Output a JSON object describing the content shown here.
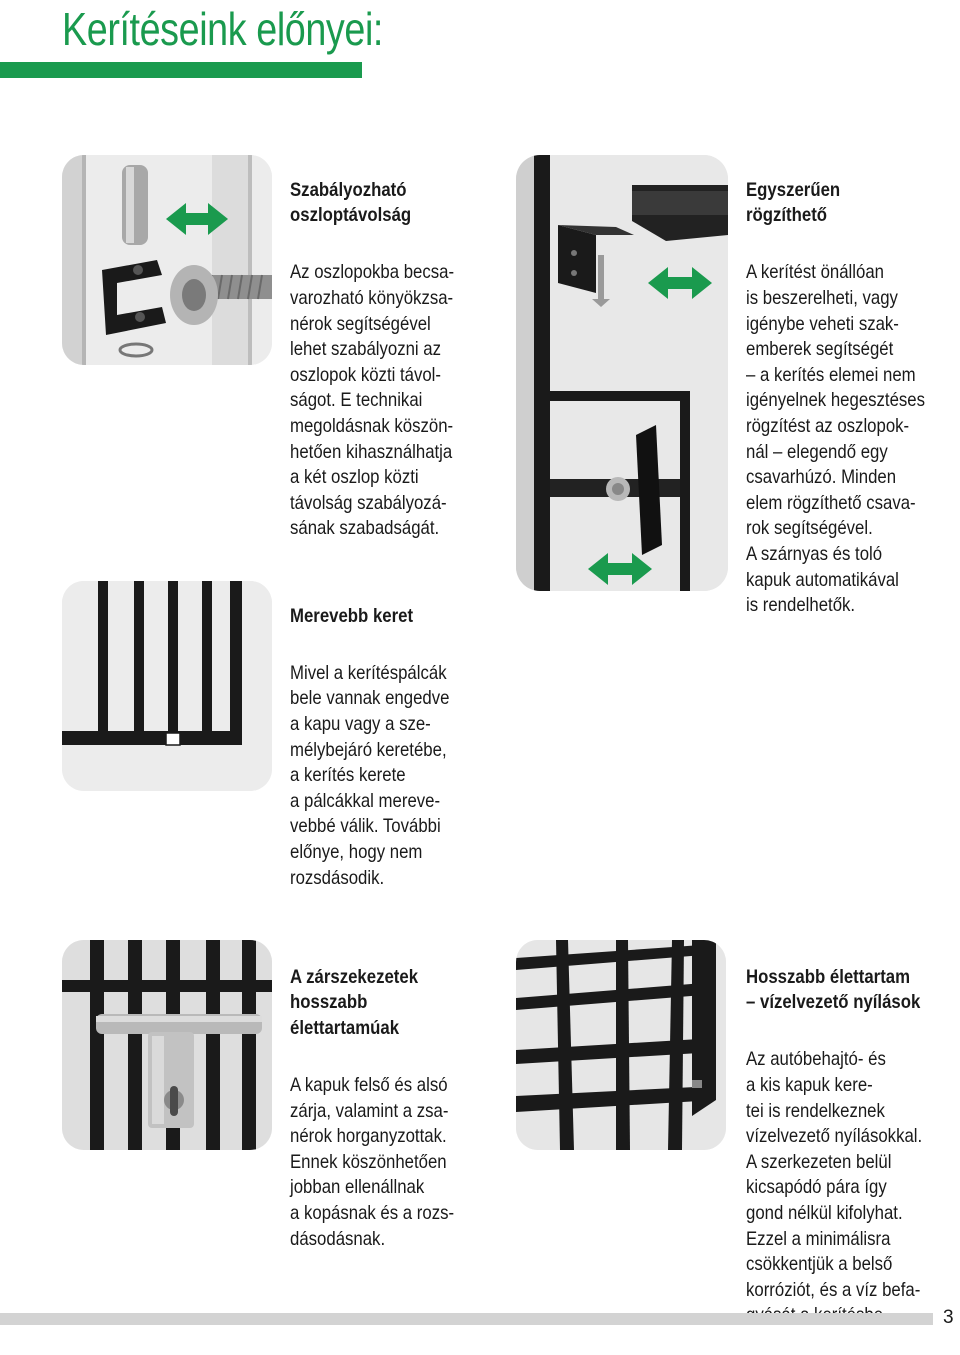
{
  "page": {
    "title": "Kerítéseink előnyei:",
    "number": "3"
  },
  "colors": {
    "accent": "#1a9a4e",
    "footer": "#d3d3d3"
  },
  "features": [
    {
      "heading": "Szabályozható\noszloptávolság",
      "body": "Az oszlopokba becsa-\nvarozható könyökzsa-\nnérok segítségével\nlehet szabályozni az\noszlopok közti távol-\nságot. E technikai\nmegoldásnak köszön-\nhetően kihasználhatja\na két oszlop közti\ntávolság szabályozá-\nsának szabadságát.",
      "image_icon": "hinge-parts-photo"
    },
    {
      "heading": "Merevebb keret",
      "body": "Mivel a kerítéspálcák\nbele vannak engedve\na kapu vagy a sze-\nmélybejáró keretébe,\na kerítés kerete\na pálcákkal mereve-\nvebbé válik. További\nelőnye, hogy nem\nrozsdásodik.",
      "image_icon": "gate-frame-photo"
    },
    {
      "heading": "Egyszerűen\nrögzíthető",
      "body": "A kerítést önállóan\nis beszerelheti, vagy\nigénybe veheti szak-\nemberek segítségét\n– a kerítés elemei nem\nigényelnek hegesztéses\nrögzítést az oszlopok-\nnál – elegendő egy\ncsavarhúzó. Minden\nelem rögzíthető csava-\nrok segítségével.\nA szárnyas és toló\nkapuk automatikával\nis rendelhetők.",
      "image_icon": "bracket-mounting-photo"
    },
    {
      "heading": "A zárszekezetek\nhosszabb\nélettartamúak",
      "body": "A kapuk felső és alsó\nzárja, valamint a zsa-\nnérok horganyzottak.\nEnnek köszönhetően\njobban ellenállnak\na kopásnak és a rozs-\ndásodásnak.",
      "image_icon": "gate-latch-photo"
    },
    {
      "heading": "Hosszabb élettartam\n– vízelvezető nyílások",
      "body": "Az autóbehajtó- és\na kis kapuk kere-\ntei is rendelkeznek\nvízelvezető nyílásokkal.\nA szerkezeten belül\nkicsapódó pára így\ngond nélkül kifolyhat.\nEzzel a minimálisra\ncsökkentjük a belső\nkorróziót, és a víz befa-\ngyását a kerítésbe.",
      "image_icon": "drainage-frame-photo"
    }
  ]
}
